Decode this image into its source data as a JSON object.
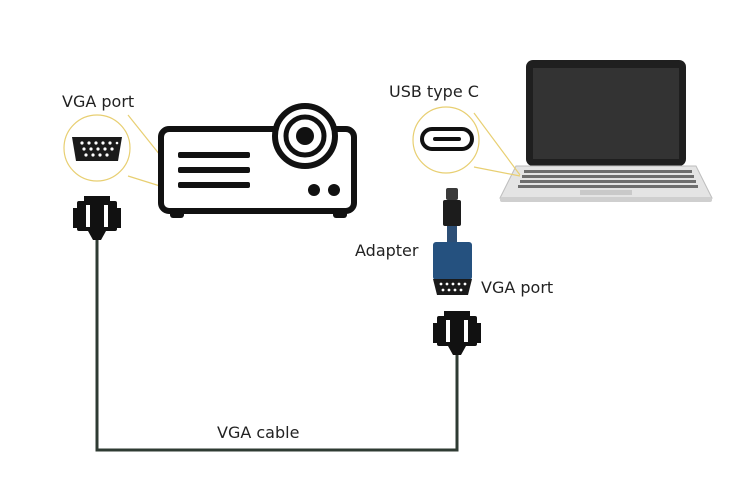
{
  "labels": {
    "vga_port_left": "VGA port",
    "usb_type_c": "USB type C",
    "adapter": "Adapter",
    "vga_port_right": "VGA port",
    "vga_cable": "VGA cable"
  },
  "colors": {
    "background": "#ffffff",
    "ink": "#111111",
    "cable": "#2f3b33",
    "callout": "#e8cf72",
    "adapter_blue": "#25517f",
    "laptop_body": "#e4e4e4",
    "laptop_screen": "#333333"
  },
  "icons": [
    "projector-icon",
    "laptop-icon",
    "vga-port-icon",
    "usb-c-port-icon",
    "vga-connector-icon",
    "usb-c-adapter-icon"
  ]
}
